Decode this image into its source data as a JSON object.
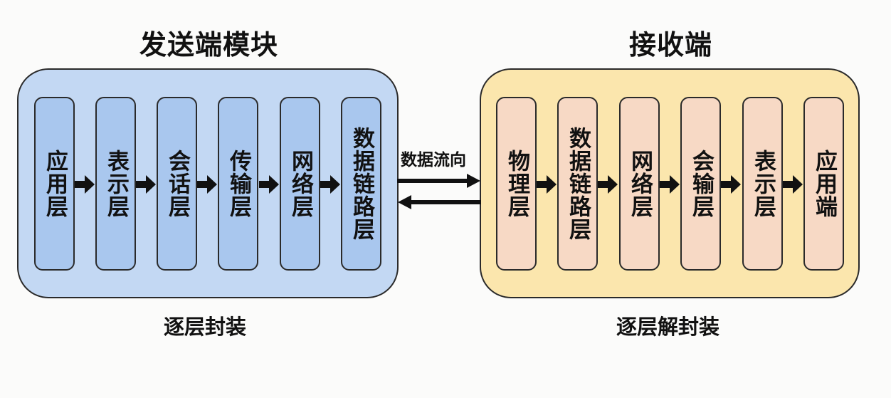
{
  "sender": {
    "title": "发送端模块",
    "caption": "逐层封装",
    "layers": [
      "应用层",
      "表示层",
      "会话层",
      "传输层",
      "网络层",
      "数据链路层"
    ]
  },
  "receiver": {
    "title": "接收端",
    "caption": "逐层解封装",
    "layers": [
      "物理层",
      "数据链路层",
      "网络层",
      "会输层",
      "表示层",
      "应用端"
    ]
  },
  "flow": {
    "label": "数据流向"
  },
  "colors": {
    "sender_panel": "#c3d8f3",
    "sender_layer": "#a9c7ee",
    "receiver_panel": "#fbe6ad",
    "receiver_layer": "#f7d9c5",
    "outline": "#2a2a2a",
    "arrow": "#111111"
  }
}
